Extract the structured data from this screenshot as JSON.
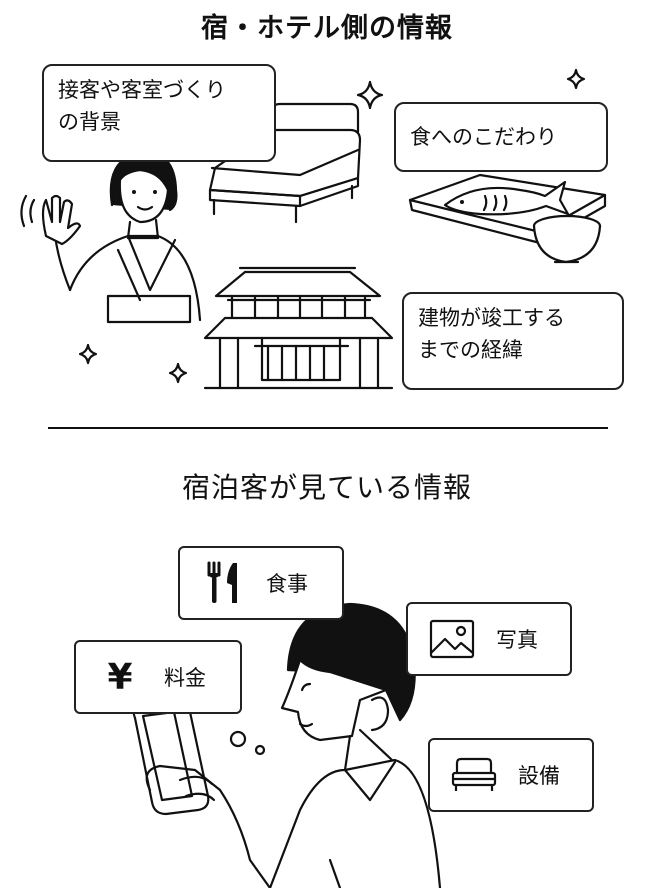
{
  "top_title": "宿・ホテル側の情報",
  "bubbles": {
    "hospitality": [
      "接客や客室づくり",
      "の背景"
    ],
    "food": "食へのこだわり",
    "building": [
      "建物が竣工する",
      "までの経緯"
    ]
  },
  "bottom_title": "宿泊客が見ている情報",
  "tags": {
    "meal": "食事",
    "price": "料金",
    "price_symbol": "¥",
    "photo": "写真",
    "facility": "設備"
  }
}
